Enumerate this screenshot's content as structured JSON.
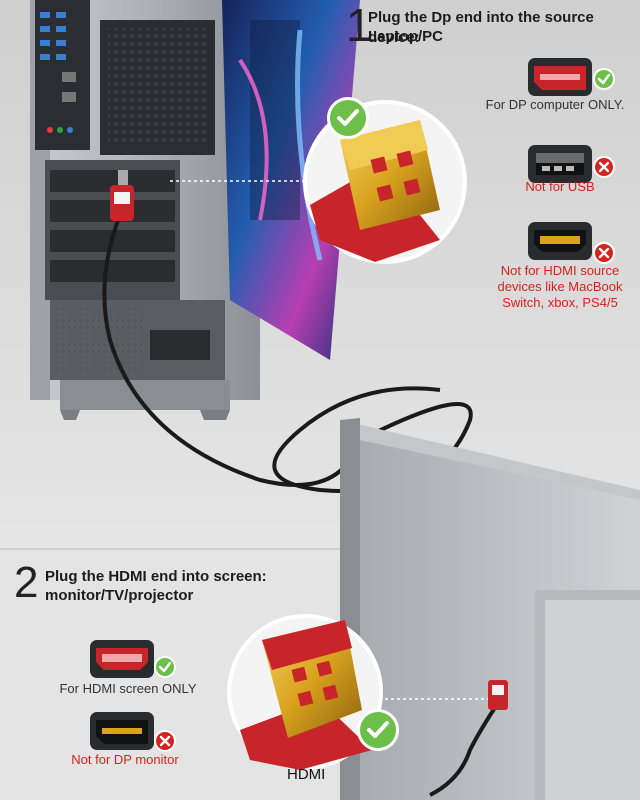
{
  "step1": {
    "number": "1",
    "title_line1": "Plug the Dp end into the source device:",
    "title_line2": "Laptop/PC"
  },
  "step2": {
    "number": "2",
    "title_line1": "Plug the HDMI end into screen:",
    "title_line2": "monitor/TV/projector"
  },
  "source_ports": [
    {
      "icon": "displayport-port-icon",
      "status": "ok",
      "label": "For DP computer ONLY."
    },
    {
      "icon": "usb-port-icon",
      "status": "no",
      "label": "Not for USB"
    },
    {
      "icon": "hdmi-port-icon",
      "status": "no",
      "label_lines": [
        "Not for HDMI source",
        "devices like MacBook",
        "Switch, xbox, PS4/5"
      ]
    }
  ],
  "screen_ports": [
    {
      "icon": "hdmi-port-icon",
      "status": "ok",
      "label": "For HDMI screen ONLY"
    },
    {
      "icon": "displayport-port-icon",
      "status": "no",
      "label": "Not for DP monitor"
    }
  ],
  "connector_caption": "HDMI",
  "colors": {
    "ok_green": "#6cc04a",
    "no_red": "#d8221f",
    "connector_red": "#c8252a",
    "gold": "#d9a31e"
  }
}
